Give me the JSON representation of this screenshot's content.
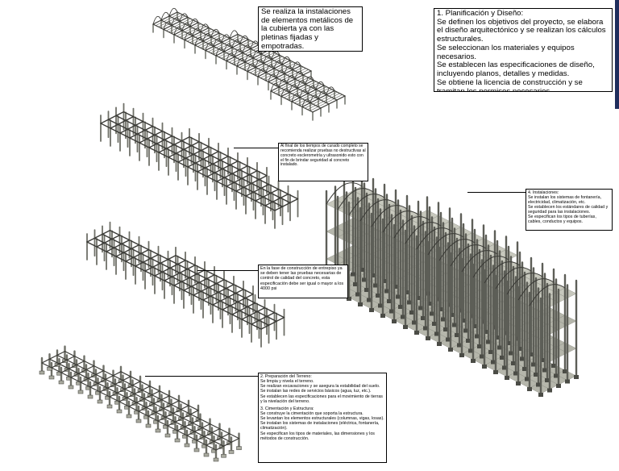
{
  "notes": {
    "roof": "Se realiza la instalaciones de elementos metálicos de la cubierta ya con las pletinas fijadas y empotradas.",
    "planning": {
      "title": "1. Planificación y Diseño:",
      "lines": [
        "Se definen los objetivos del proyecto, se elabora el diseño arquitectónico y se realizan los cálculos estructurales.",
        "Se seleccionan los materiales y equipos necesarios.",
        "Se establecen las especificaciones de diseño, incluyendo planos, detalles y medidas.",
        "Se obtiene la licencia de construcción y se tramitan los permisos necesarios."
      ]
    },
    "curing": "Al final de los tiempos de curado completo se recomienda realizar pruebas no destructivas al concreto esclerometría y ultrasonido esto con el fin de brindar seguridad al concreto instalado.",
    "installations": {
      "title": "4. Instalaciones:",
      "lines": [
        "Se instalan los sistemas de fontanería, electricidad, climatización, etc.",
        "Se establecen los estándares de calidad y seguridad para las instalaciones.",
        "Se especifican los tipos de tuberías, cables, conductos y equipos."
      ]
    },
    "mezzanine": "En la fase de construcción de entrepiso ya se deben tener las pruebas necesarias de control de calidad del concreto, esta especificación debe ser igual o mayor a los 4000 psi",
    "preparation": {
      "title": "2. Preparación del Terreno:",
      "lines": [
        "Se limpia y nivela el terreno.",
        "Se realizan excavaciones y se asegura la estabilidad del suelo.",
        "Se instalan las redes de servicios básicos (agua, luz, etc.).",
        "Se establecen las especificaciones para el movimiento de tierras y la nivelación del terreno."
      ]
    },
    "foundation": {
      "title": "3. Cimentación y Estructura:",
      "lines": [
        "Se construye la cimentación que soporta la estructura.",
        "Se levantan los elementos estructurales (columnas, vigas, losas).",
        "Se instalan los sistemas de instalaciones (eléctrica, fontanería, climatización).",
        "Se especifican los tipos de materiales, las dimensiones y los métodos de construcción."
      ]
    }
  }
}
